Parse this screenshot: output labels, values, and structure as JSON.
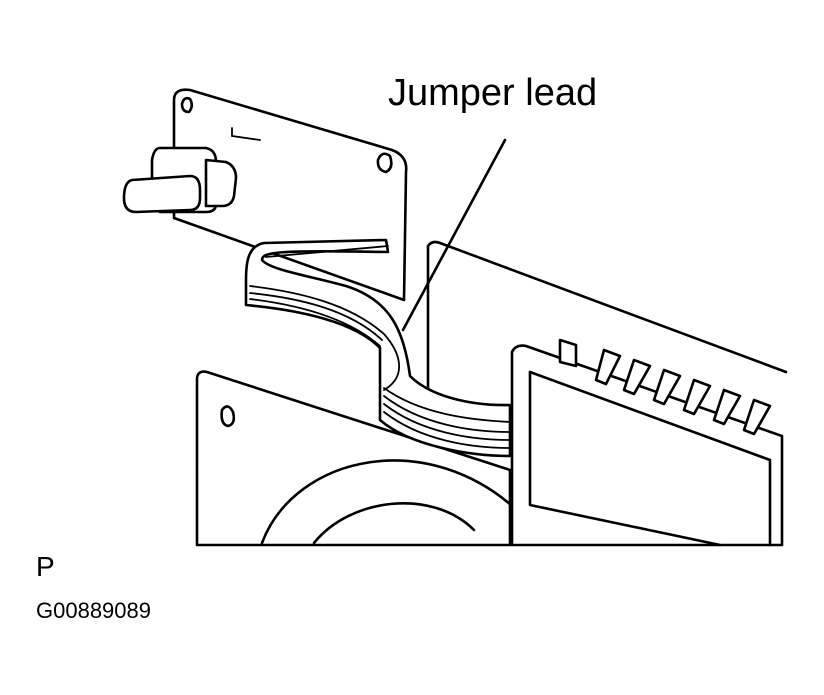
{
  "labels": {
    "callout": "Jumper lead",
    "view_letter": "P",
    "figure_id": "G00889089"
  },
  "colors": {
    "ink": "#000000",
    "paper": "#ffffff"
  }
}
